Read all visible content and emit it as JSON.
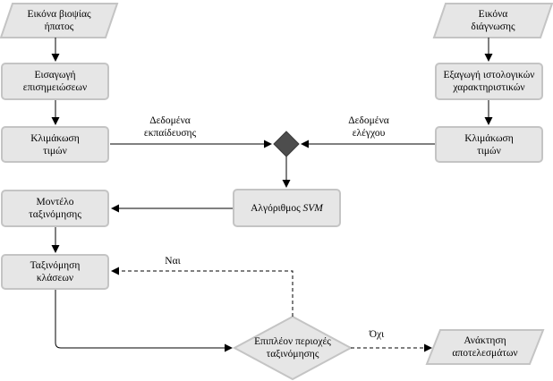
{
  "nodes": {
    "input_image": "Εικόνα βιοψίας\nήπατος",
    "diagnosis_image": "Εικόνα\nδιάγνωσης",
    "annotations": "Εισαγωγή\nεπισημειώσεων",
    "histology_features": "Εξαγωγή ιστολογικών\nχαρακτηριστικών",
    "scaling_left": "Κλιμάκωση\nτιμών",
    "scaling_right": "Κλιμάκωση\nτιμών",
    "model": "Μοντέλο\nταξινόμησης",
    "svm_prefix": "Αλγόριθμος ",
    "svm_italic": "SVM",
    "classify": "Ταξινόμηση\nκλάσεων",
    "decision": "Επιπλέον περιοχές\nταξινόμησης",
    "results": "Ανάκτηση\nαποτελεσμάτων"
  },
  "edges": {
    "training_data": "Δεδομένα\nεκπαίδευσης",
    "test_data": "Δεδομένα\nελέγχου",
    "yes": "Ναι",
    "no": "Όχι"
  },
  "colors": {
    "box_fill": "#e6e6e6",
    "box_border": "#c4c4c4",
    "merge_fill": "#4d4d4d",
    "line": "#000000"
  }
}
